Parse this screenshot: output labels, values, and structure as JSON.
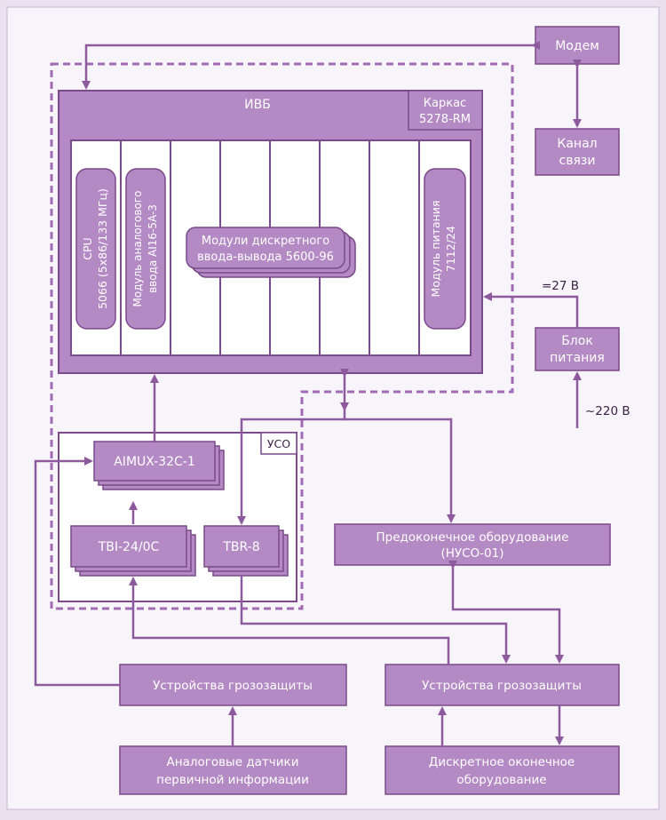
{
  "colors": {
    "background": "#e9e1ef",
    "panel": "#f8f5fa",
    "box_fill": "#b48ac4",
    "box_dark": "#8e5a9e",
    "box_stroke": "#7a4a8a",
    "line": "#8e5a9e",
    "text_light": "#ffffff",
    "text_dark": "#3a1f44"
  },
  "nodes": {
    "modem": "Модем",
    "channel": [
      "Канал",
      "связи"
    ],
    "ivb": "ИВБ",
    "chassis": [
      "Каркас",
      "5278-RM"
    ],
    "cpu": [
      "CPU",
      "5066 (5x86/133 МГц)"
    ],
    "analog_module": [
      "Модуль аналогового",
      "ввода AI16-5A-3"
    ],
    "discrete_modules": [
      "Модули дискретного",
      "ввода-вывода 5600-96"
    ],
    "power_module": [
      "Модуль питания",
      "7112/24"
    ],
    "power_unit": [
      "Блок",
      "питания"
    ],
    "v27": "=27 В",
    "v220": "~220 В",
    "uso": "УСО",
    "aimux": "AIMUX-32C-1",
    "tbi": "TBI-24/0C",
    "tbr": "TBR-8",
    "nuso": [
      "Предоконечное оборудование",
      "(НУСО-01)"
    ],
    "surge_left": "Устройства грозозащиты",
    "surge_right": "Устройства грозозащиты",
    "sensors": [
      "Аналоговые датчики",
      "первичной информации"
    ],
    "discrete_equipment": [
      "Дискретное оконечное",
      "оборудование"
    ]
  }
}
